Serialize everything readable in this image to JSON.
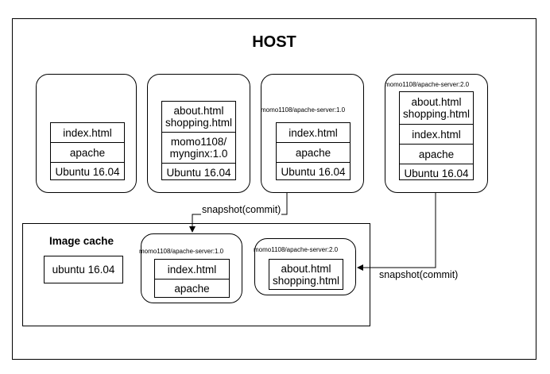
{
  "host": {
    "title": "HOST"
  },
  "containers": {
    "c1": {
      "layers": [
        "index.html",
        "apache",
        "Ubuntu 16.04"
      ]
    },
    "c2": {
      "layers": [
        "about.html shopping.html",
        "momo1108/ mynginx:1.0",
        "Ubuntu 16.04"
      ]
    },
    "c3": {
      "tag": "momo1108/apache-server:1.0",
      "layers": [
        "index.html",
        "apache",
        "Ubuntu 16.04"
      ]
    },
    "c4": {
      "tag": "momo1108/apache-server:2.0",
      "layers": [
        "about.html shopping.html",
        "index.html",
        "apache",
        "Ubuntu 16.04"
      ]
    }
  },
  "image_cache": {
    "title": "Image cache",
    "base": "ubuntu 16.04",
    "img1": {
      "tag": "momo1108/apache-server:1.0",
      "layers": [
        "index.html",
        "apache"
      ]
    },
    "img2": {
      "tag": "momo1108/apache-server:2.0",
      "layers": [
        "about.html shopping.html"
      ]
    }
  },
  "edges": {
    "snapshot1": "snapshot(commit)",
    "snapshot2": "snapshot(commit)"
  }
}
